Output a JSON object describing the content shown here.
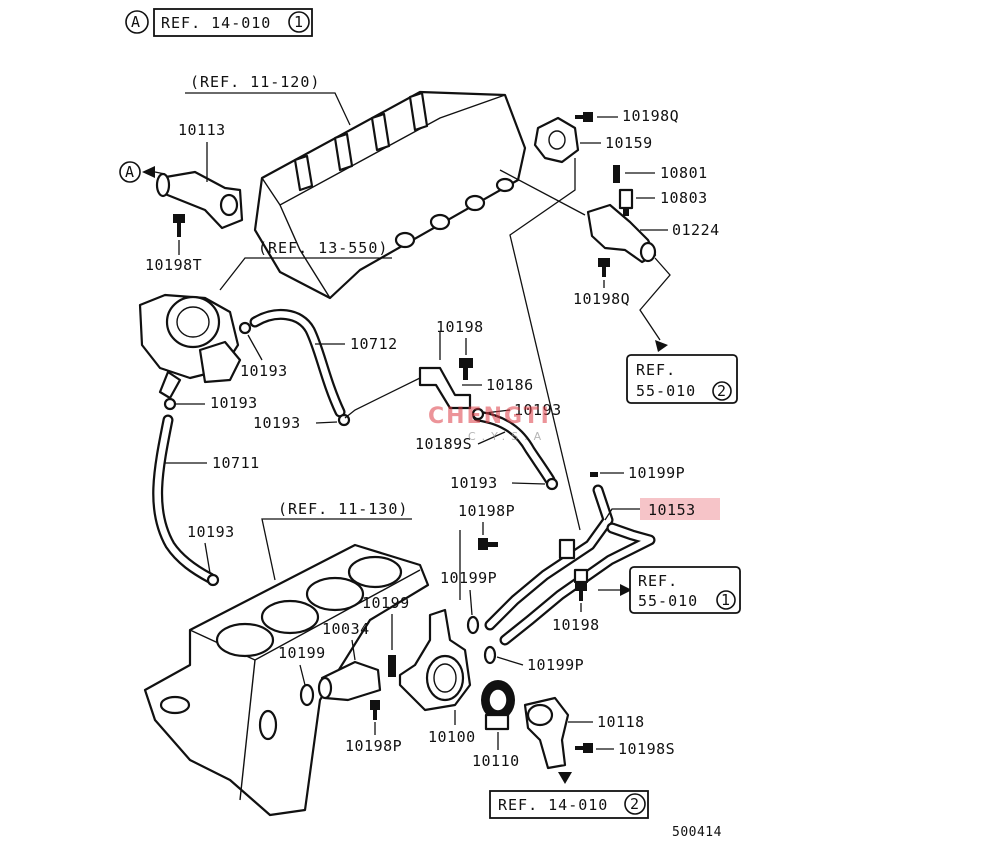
{
  "highlight_color": "#f6c4c8",
  "ink_color": "#111111",
  "refs": {
    "r_top_a": {
      "circle": "A",
      "text": "REF. 14-010",
      "num": "1"
    },
    "r_11_120": "(REF. 11-120)",
    "r_13_550": "(REF. 13-550)",
    "r_11_130": "(REF. 11-130)",
    "r_55_010_2": {
      "line1": "REF.",
      "line2": "55-010",
      "num": "2"
    },
    "r_55_010_1": {
      "line1": "REF.",
      "line2": "55-010",
      "num": "1"
    },
    "r_bottom": {
      "text": "REF. 14-010",
      "num": "2"
    }
  },
  "connector_a": "A",
  "parts": {
    "p10113": "10113",
    "p10198T": "10198T",
    "p10198Q_top": "10198Q",
    "p10159": "10159",
    "p10801": "10801",
    "p10803": "10803",
    "p01224": "01224",
    "p10198Q_bot": "10198Q",
    "p10712": "10712",
    "p10193_a": "10193",
    "p10193_b": "10193",
    "p10193_c": "10193",
    "p10193_d": "10193",
    "p10193_e": "10193",
    "p10193_f": "10193",
    "p10198_top": "10198",
    "p10186": "10186",
    "p10189S": "10189S",
    "p10199P_a": "10199P",
    "p10153": "10153",
    "p10711": "10711",
    "p10198P_top": "10198P",
    "p10199P_b": "10199P",
    "p10199_a": "10199",
    "p10034": "10034",
    "p10199_b": "10199",
    "p10198_mid": "10198",
    "p10199P_c": "10199P",
    "p10118": "10118",
    "p10198S": "10198S",
    "p10100": "10100",
    "p10110": "10110",
    "p10198P_bot": "10198P"
  },
  "diagram_number": "500414",
  "watermark": {
    "main": "CHENGTI",
    "sub": "C.Y.S.A"
  }
}
